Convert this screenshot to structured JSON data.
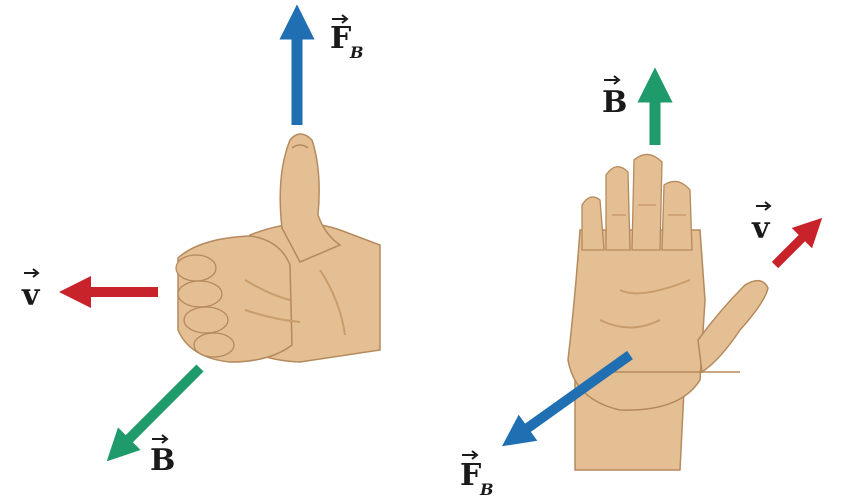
{
  "colors": {
    "skin": "#e3bf93",
    "skin_shadow": "#c99c6c",
    "skin_line": "#b58a5c",
    "force": "#1f6fb2",
    "velocity": "#c8222a",
    "field": "#1f9a6a"
  },
  "left_diagram": {
    "hand": "right-hand-thumbs-up",
    "force_label": "F",
    "force_subscript": "B",
    "velocity_label": "v",
    "field_label": "B"
  },
  "right_diagram": {
    "hand": "right-hand-open-palm",
    "force_label": "F",
    "force_subscript": "B",
    "velocity_label": "v",
    "field_label": "B"
  }
}
